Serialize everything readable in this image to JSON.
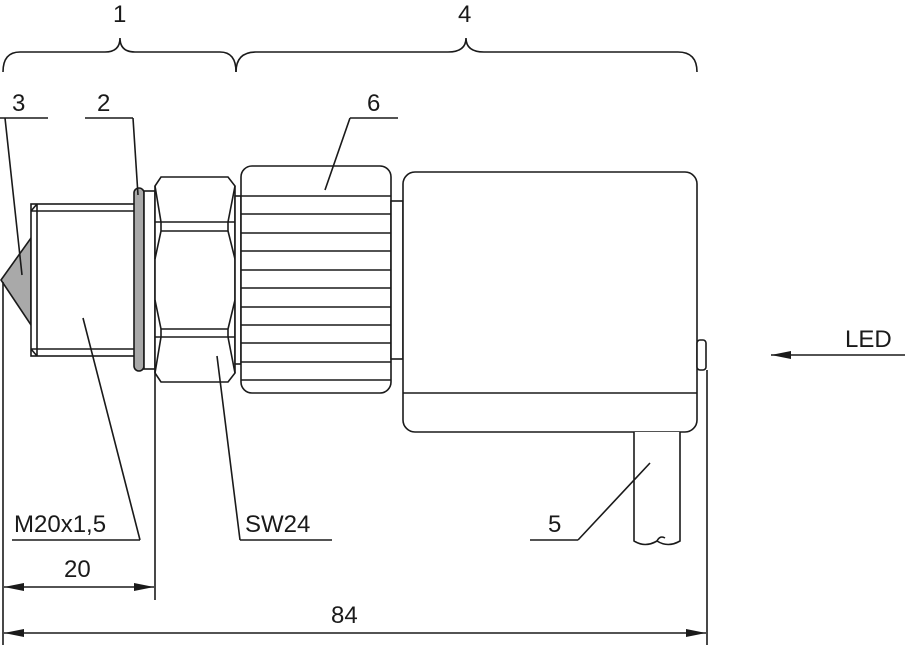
{
  "labels": {
    "brace_1": "1",
    "brace_4": "4",
    "item_3": "3",
    "item_2": "2",
    "item_6": "6",
    "item_5": "5",
    "led": "LED",
    "thread": "M20x1,5",
    "wrench_size": "SW24",
    "dim_20": "20",
    "dim_84": "84"
  },
  "colors": {
    "line": "#1a1a1a",
    "fill_grey": "#a9a9a9"
  }
}
